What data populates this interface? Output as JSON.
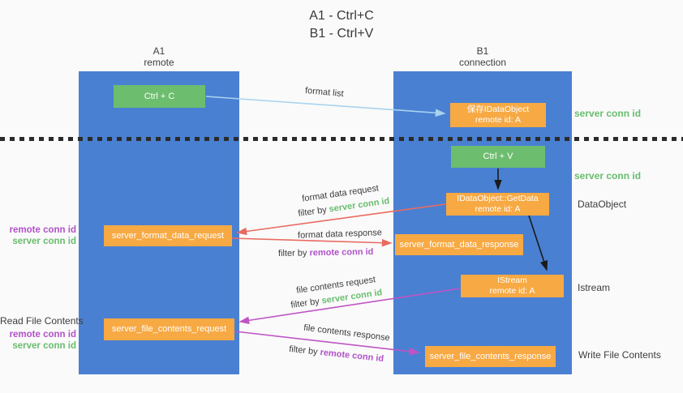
{
  "title": {
    "line1": "A1 - Ctrl+C",
    "line2": "B1 - Ctrl+V"
  },
  "lanes": {
    "a1": {
      "name": "A1",
      "subtitle": "remote"
    },
    "b1": {
      "name": "B1",
      "subtitle": "connection"
    }
  },
  "nodes": {
    "ctrl_c": {
      "label": "Ctrl + C"
    },
    "save_dataobject": {
      "line1": "保存IDataObject",
      "line2": "remote id: A"
    },
    "ctrl_v": {
      "label": "Ctrl + V"
    },
    "getdata": {
      "line1": "IDataObject::GetData",
      "line2": "remote id: A"
    },
    "format_request": {
      "label": "server_format_data_request"
    },
    "format_response": {
      "label": "server_format_data_response"
    },
    "istream": {
      "line1": "IStream",
      "line2": "remote id: A"
    },
    "file_request": {
      "label": "server_file_contents_request"
    },
    "file_response": {
      "label": "server_file_contents_response"
    }
  },
  "edge_labels": {
    "format_list": "format list",
    "format_data_request": "format data request",
    "format_data_response": "format data response",
    "file_contents_request": "file contents request",
    "file_contents_response": "file contents response",
    "filter_by": "filter by ",
    "server_conn_id": "server conn id",
    "remote_conn_id": "remote conn id"
  },
  "side_labels": {
    "server_conn_id_top": "server conn id",
    "server_conn_id_mid": "server conn id",
    "dataobject": "DataObject",
    "istream": "Istream",
    "write_file_contents": "Write File Contents",
    "read_file_contents": "Read File Contents",
    "remote_conn_id": "remote conn id",
    "server_conn_id": "server conn id"
  },
  "colors": {
    "lane_blue": "#4a80d2",
    "box_green": "#6dbd6e",
    "box_orange": "#f7a943",
    "arrow_light_blue": "#a9d3ee",
    "arrow_black": "#1a1a1a",
    "arrow_red": "#e96b60",
    "arrow_magenta": "#bf54c6",
    "text_green": "#68bd6d",
    "text_purple": "#b052c8",
    "text_dark": "#3c3c3c"
  }
}
